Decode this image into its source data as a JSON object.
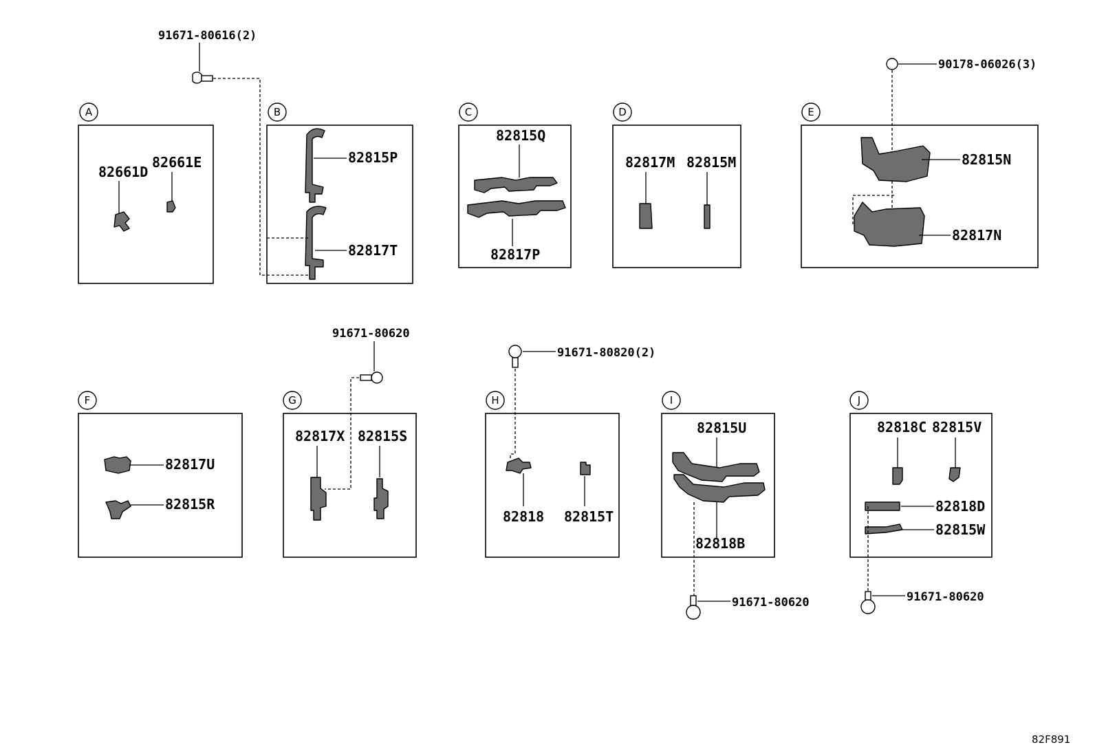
{
  "diagram": {
    "illustration_id": "82F891",
    "groups": [
      {
        "letter": "A",
        "parts": [
          "82661D",
          "82661E"
        ]
      },
      {
        "letter": "B",
        "parts": [
          "82815P",
          "82817T"
        ]
      },
      {
        "letter": "C",
        "parts": [
          "82815Q",
          "82817P"
        ]
      },
      {
        "letter": "D",
        "parts": [
          "82817M",
          "82815M"
        ]
      },
      {
        "letter": "E",
        "parts": [
          "82815N",
          "82817N"
        ]
      },
      {
        "letter": "F",
        "parts": [
          "82817U",
          "82815R"
        ]
      },
      {
        "letter": "G",
        "parts": [
          "82817X",
          "82815S"
        ]
      },
      {
        "letter": "H",
        "parts": [
          "82818",
          "82815T"
        ]
      },
      {
        "letter": "I",
        "parts": [
          "82815U",
          "82818B"
        ]
      },
      {
        "letter": "J",
        "parts": [
          "82818C",
          "82815V",
          "82818D",
          "82815W"
        ]
      }
    ],
    "fasteners": [
      "91671-80616(2)",
      "90178-06026(3)",
      "91671-80620",
      "91671-80820(2)",
      "91671-80620",
      "91671-80620"
    ]
  }
}
